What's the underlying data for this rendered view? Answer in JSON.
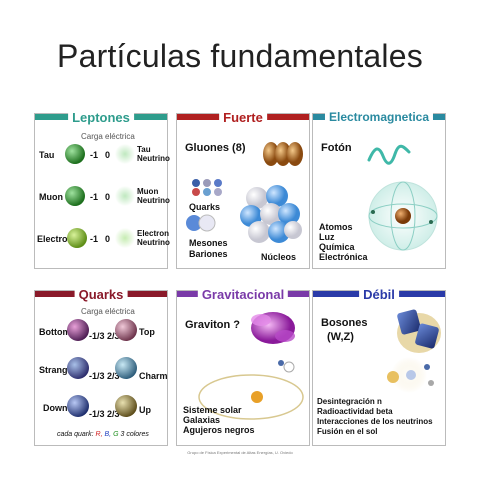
{
  "title": "Partículas fundamentales",
  "colors": {
    "leptones": "#2e9c8c",
    "fuerte": "#b02020",
    "electromagnetica": "#2a8aa0",
    "quarks": "#8a1a2a",
    "gravitacional": "#7a3aa8",
    "debil": "#2a3aa8"
  },
  "leptones": {
    "title": "Leptones",
    "caption": "Carga eléctrica",
    "rows": [
      {
        "left": "Tau",
        "charge1": "-1",
        "charge2": "0",
        "right": "Tau Neutrino"
      },
      {
        "left": "Muon",
        "charge1": "-1",
        "charge2": "0",
        "right": "Muon Neutrino"
      },
      {
        "left": "Electron",
        "charge1": "-1",
        "charge2": "0",
        "right": "Electron Neutrino"
      }
    ]
  },
  "fuerte": {
    "title": "Fuerte",
    "gluones": "Gluones (8)",
    "quarks": "Quarks",
    "mesones": "Mesones",
    "bariones": "Bariones",
    "nucleos": "Núcleos"
  },
  "electromagnetica": {
    "title": "Electromagnetica",
    "foton": "Fotón",
    "items": [
      "Atomos",
      "Luz",
      "Química",
      "Electrónica"
    ]
  },
  "quarks": {
    "title": "Quarks",
    "caption": "Carga eléctrica",
    "rows": [
      {
        "left": "Bottom",
        "charges": "-1/3 2/3",
        "right": "Top"
      },
      {
        "left": "Strange",
        "charges": "-1/3 2/3",
        "right": "Charm"
      },
      {
        "left": "Down",
        "charges": "-1/3 2/3",
        "right": "Up"
      }
    ],
    "footnote_prefix": "cada quark:",
    "r": "R,",
    "b": "B,",
    "g": "G",
    "footnote_suffix": "3 colores"
  },
  "gravitacional": {
    "title": "Gravitacional",
    "graviton": "Graviton ?",
    "items": [
      "Sisteme solar",
      "Galaxias",
      "Agujeros negros"
    ]
  },
  "debil": {
    "title": "Débil",
    "bosones": "Bosones",
    "wz": "(W,Z)",
    "items": [
      "Desintegración n",
      "Radioactividad beta",
      "Interacciones de los neutrinos",
      "Fusión en el sol"
    ]
  },
  "footer": "Grupo de Física Experimental de Altas Energías, U. Oviedo"
}
